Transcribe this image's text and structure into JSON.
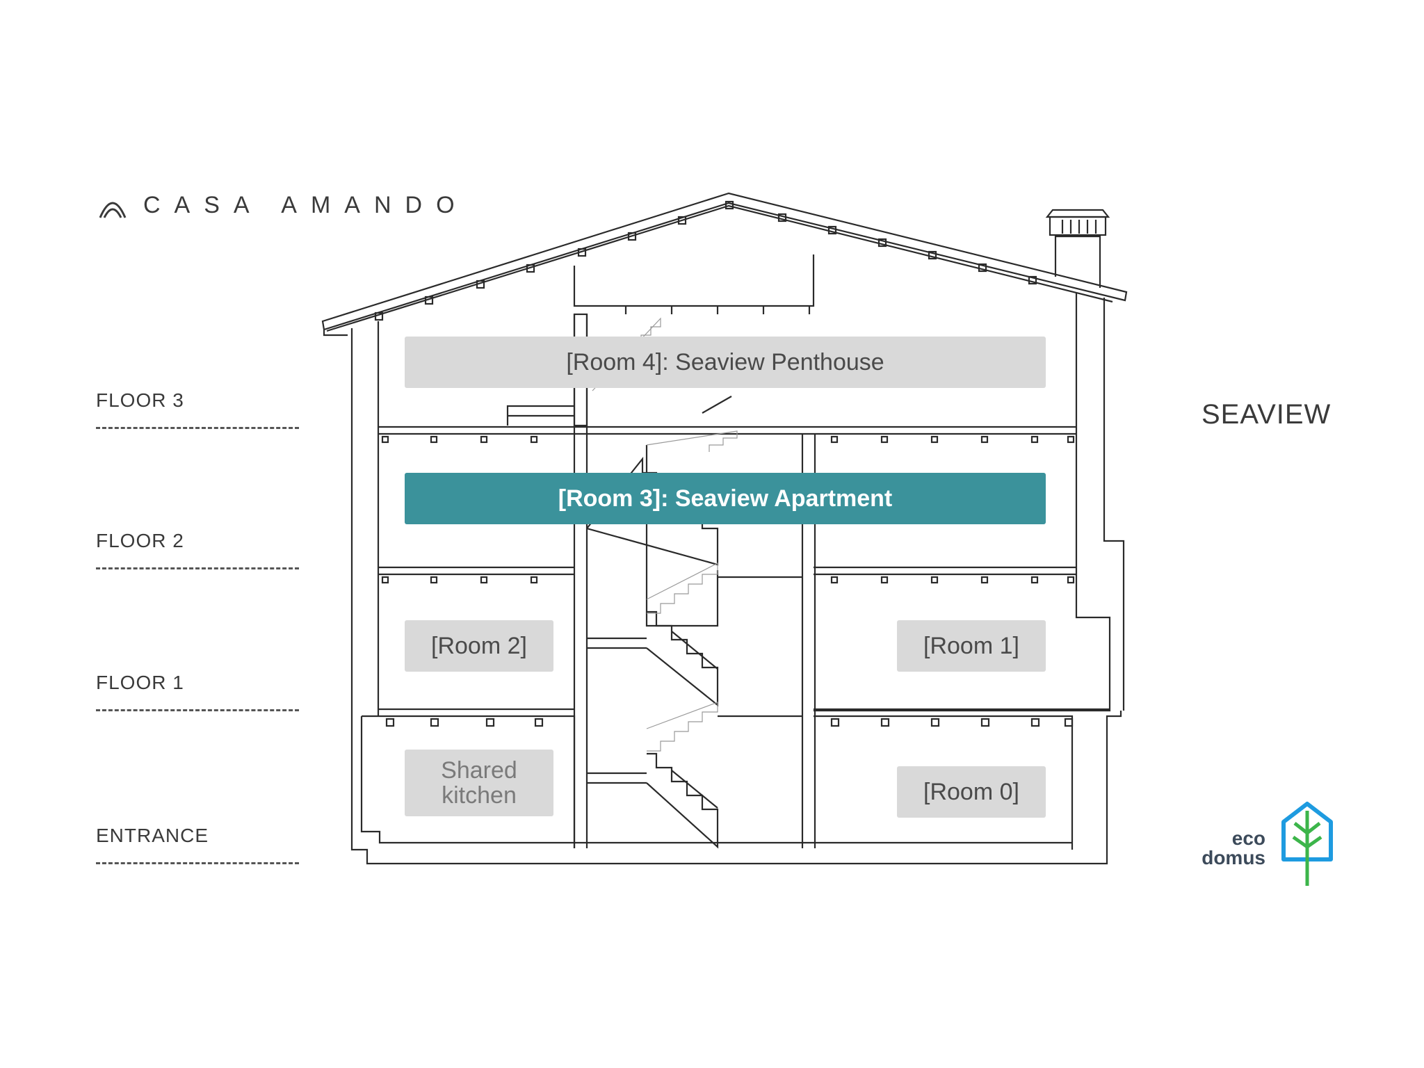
{
  "brand": {
    "name": "CASA AMANDO",
    "logo_icon": "arch-logo-icon"
  },
  "floors": [
    {
      "label": "FLOOR 3"
    },
    {
      "label": "FLOOR 2"
    },
    {
      "label": "FLOOR 1"
    },
    {
      "label": "ENTRANCE"
    }
  ],
  "side_label": "SEAVIEW",
  "rooms": [
    {
      "label": "[Room 4]: Seaview Penthouse"
    },
    {
      "label": "[Room 3]: Seaview Apartment",
      "highlighted": true
    },
    {
      "label": "[Room 2]"
    },
    {
      "label": "[Room 1]"
    },
    {
      "label": "Shared kitchen"
    },
    {
      "label": "[Room 0]"
    }
  ],
  "partner_logo": {
    "line1": "eco",
    "line2": "domus",
    "icon": "leaf-house-icon"
  },
  "colors": {
    "highlight": "#3b929b",
    "room_box": "#d9d9d9",
    "lines": "#2a2a2a",
    "eco_blue": "#1e9be0",
    "eco_green": "#3cb54a"
  }
}
